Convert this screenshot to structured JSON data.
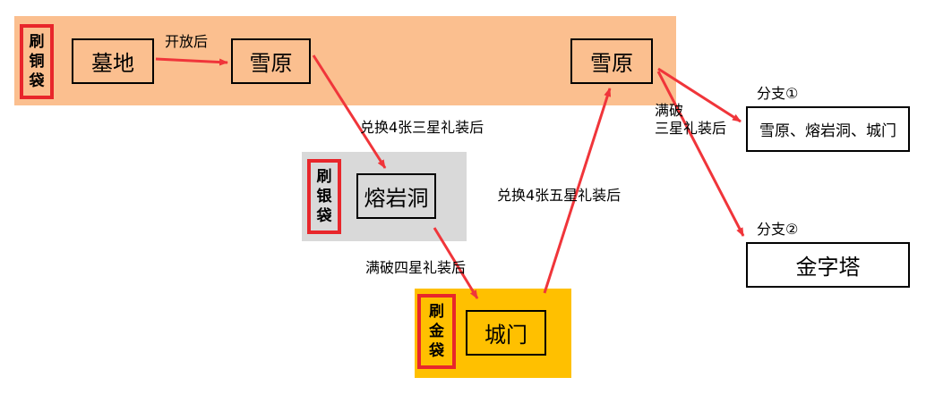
{
  "colors": {
    "copper_band": "#fbbf8f",
    "silver_band": "#d9d9d9",
    "gold_band": "#ffc000",
    "tag_border": "#e8262b",
    "arrow": "#f0353a"
  },
  "copper_tag": [
    "刷",
    "铜",
    "袋"
  ],
  "silver_tag": [
    "刷",
    "银",
    "袋"
  ],
  "gold_tag": [
    "刷",
    "金",
    "袋"
  ],
  "nodes": {
    "cemetery": "墓地",
    "snowfield_1": "雪原",
    "snowfield_2": "雪原",
    "lava_cave": "熔岩洞",
    "city_gate": "城门",
    "branch1_box": "雪原、熔岩洞、城门",
    "branch2_box": "金字塔"
  },
  "edge_labels": {
    "after_open": "开放后",
    "after_exchange_4_3star": "兑换4张三星礼装后",
    "after_exchange_4_5star": "兑换4张五星礼装后",
    "after_max_4star": "满破四星礼装后",
    "after_max_3star_line1": "满破",
    "after_max_3star_line2": "三星礼装后"
  },
  "branches": {
    "branch1_label": "分支①",
    "branch2_label": "分支②"
  }
}
